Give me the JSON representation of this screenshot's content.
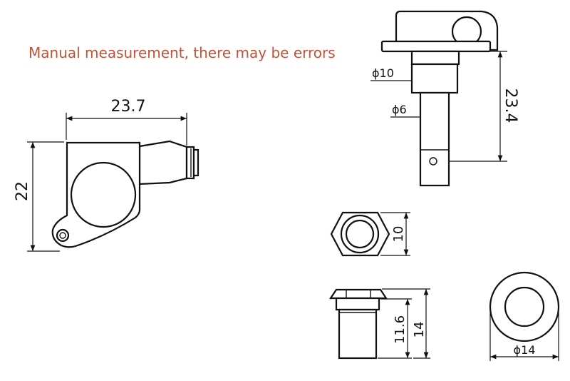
{
  "note": "Manual measurement, there may be errors",
  "dimensions": {
    "width_body": "23.7",
    "height_body": "22",
    "dia_shaft_large": "ϕ10",
    "dia_shaft_small": "ϕ6",
    "length_shaft": "23.4",
    "hex_nut": "10",
    "bushing_inner": "11.6",
    "bushing_total": "14",
    "washer_dia": "ϕ14"
  },
  "colors": {
    "note": "#c0533a",
    "line": "#111111"
  }
}
